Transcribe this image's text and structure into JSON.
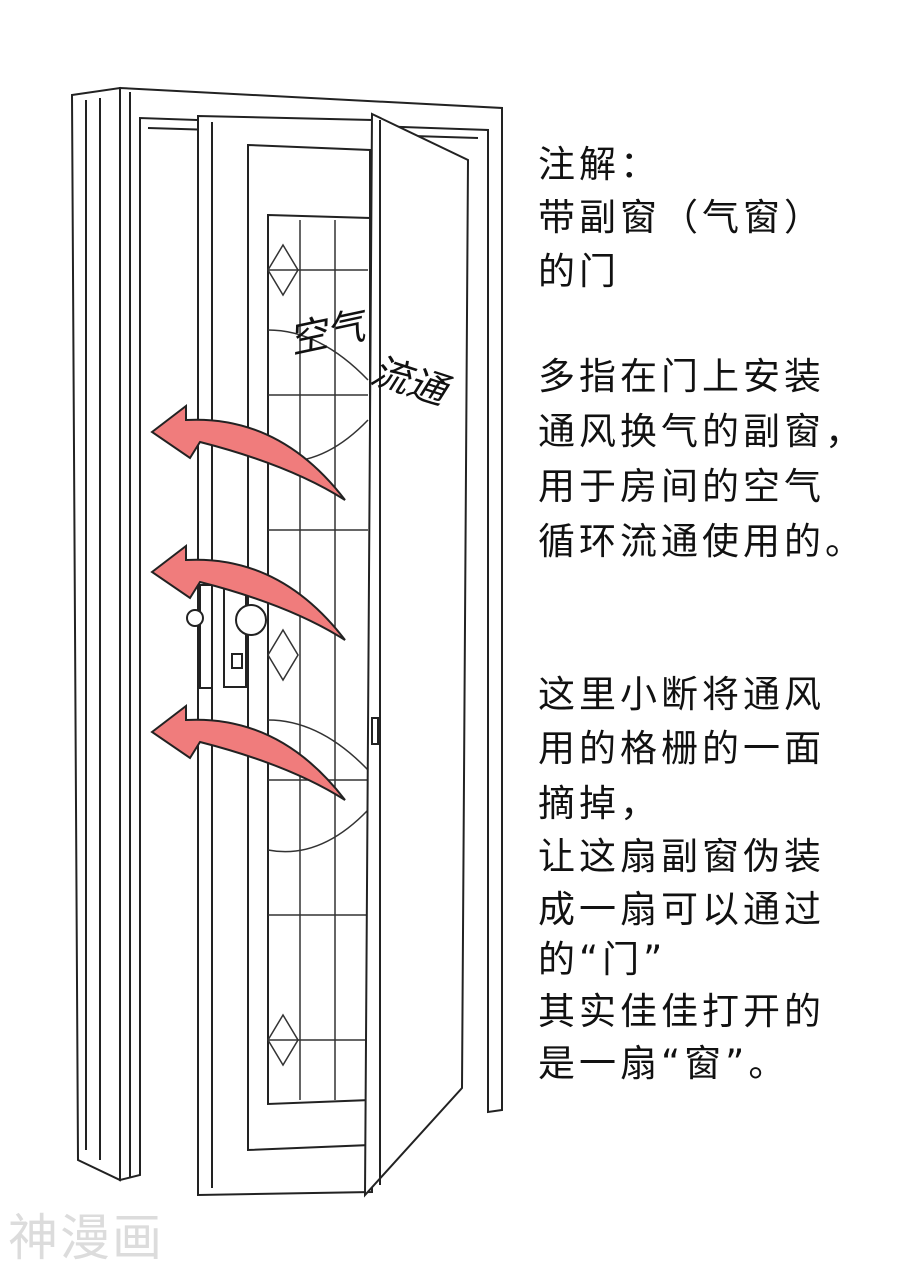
{
  "annotation": {
    "heading": "注解：",
    "title_lines": [
      "带副窗（气窗）",
      "的门"
    ],
    "paragraph1": [
      "多指在门上安装",
      "通风换气的副窗，",
      "用于房间的空气",
      "循环流通使用的。"
    ],
    "paragraph2": [
      "这里小断将通风",
      "用的格栅的一面",
      "摘掉，",
      "让这扇副窗伪装",
      "成一扇可以通过",
      "的“门”",
      "其实佳佳打开的",
      "是一扇“窗”。"
    ]
  },
  "illustration": {
    "airflow_label": [
      "空气",
      "流通"
    ],
    "arrow_color": "#f07c7c",
    "line_color": "#222222"
  },
  "watermark": "神漫画"
}
